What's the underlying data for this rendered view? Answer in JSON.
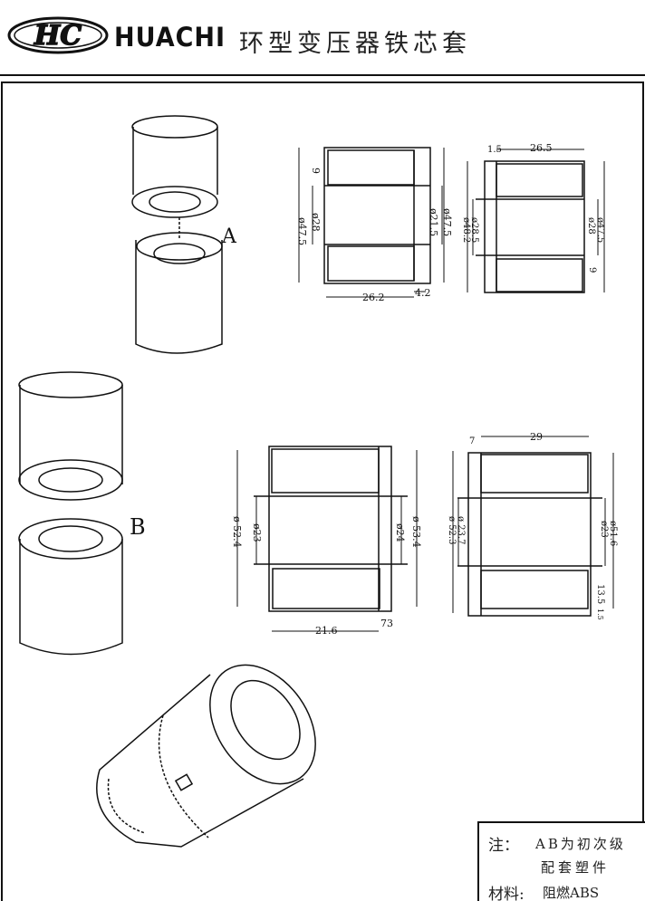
{
  "header": {
    "logo_text": "HC",
    "brand": "HUACHI",
    "title": "环型变压器铁芯套"
  },
  "labels": {
    "a": "A",
    "b": "B"
  },
  "drawing_a": {
    "front": {
      "d1": "9",
      "d2": "ø28",
      "d3": "ø47.5",
      "d4": "ø21.5",
      "d5": "ø47.5",
      "w1": "26.2",
      "w2": "4.2"
    },
    "side": {
      "t1": "1.5",
      "w1": "26.5",
      "d1": "ø48.2",
      "d2": "ø28.5",
      "d3": "ø28",
      "d4": "ø47.5",
      "h1": "9"
    }
  },
  "drawing_b": {
    "front": {
      "d1": "ø 52.4",
      "d2": "ø23",
      "d3": "ø24",
      "d4": "ø 53.4",
      "w1": "21.6",
      "w2": "73"
    },
    "side": {
      "t1": "7",
      "w1": "29",
      "d1": "ø 52.3",
      "d2": "ø 23.7",
      "d3": "ø23",
      "d4": "ø51.6",
      "h1": "13.5",
      "h2": "1.5"
    }
  },
  "note": {
    "label": "注：",
    "line1": "AB为初次级",
    "line2": "配套塑件",
    "material_label": "材料:",
    "material_value": "阻燃ABS"
  }
}
